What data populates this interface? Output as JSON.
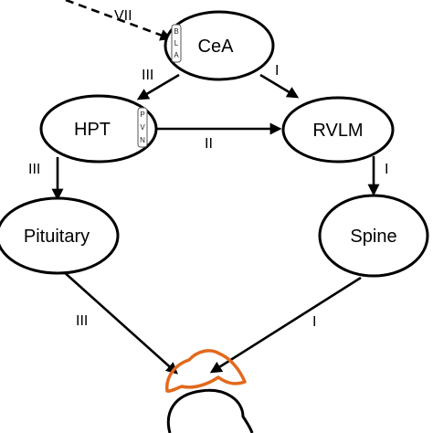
{
  "nodes": {
    "cea": {
      "label": "CeA",
      "tag": [
        "B",
        "L",
        "A"
      ]
    },
    "hpt": {
      "label": "HPT",
      "tag": [
        "P",
        "V",
        "N"
      ]
    },
    "rvlm": {
      "label": "RVLM"
    },
    "pituitary": {
      "label": "Pituitary"
    },
    "spine": {
      "label": "Spine"
    }
  },
  "edges": {
    "incoming_to_cea": {
      "label": "VII"
    },
    "cea_to_hpt": {
      "label": "III"
    },
    "cea_to_rvlm": {
      "label": "I"
    },
    "hpt_to_rvlm": {
      "label": "II"
    },
    "hpt_to_pituitary": {
      "label": "III"
    },
    "rvlm_to_spine": {
      "label": "I"
    },
    "pituitary_to_gland": {
      "label": "III"
    },
    "spine_to_gland": {
      "label": "I"
    }
  },
  "colors": {
    "stroke": "#000000",
    "gland": "#e2691c",
    "background": "#ffffff"
  }
}
